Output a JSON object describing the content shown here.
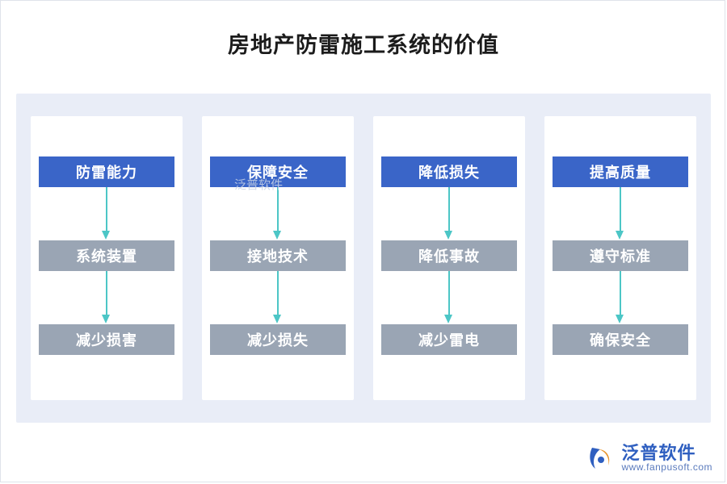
{
  "page": {
    "title": "房地产防雷施工系统的价值",
    "watermark": "泛普软件"
  },
  "colors": {
    "head_node": "#3a65c8",
    "step_node": "#9aa5b4",
    "arrow": "#4cc6c6",
    "panel_bg": "#e9edf7",
    "column_bg": "#ffffff",
    "title_text": "#1b1b1b"
  },
  "columns": [
    {
      "head": "防雷能力",
      "steps": [
        "系统装置",
        "减少损害"
      ]
    },
    {
      "head": "保障安全",
      "steps": [
        "接地技术",
        "减少损失"
      ]
    },
    {
      "head": "降低损失",
      "steps": [
        "降低事故",
        "减少雷电"
      ]
    },
    {
      "head": "提高质量",
      "steps": [
        "遵守标准",
        "确保安全"
      ]
    }
  ],
  "logo": {
    "name": "泛普软件",
    "url": "www.fanpusoft.com"
  }
}
